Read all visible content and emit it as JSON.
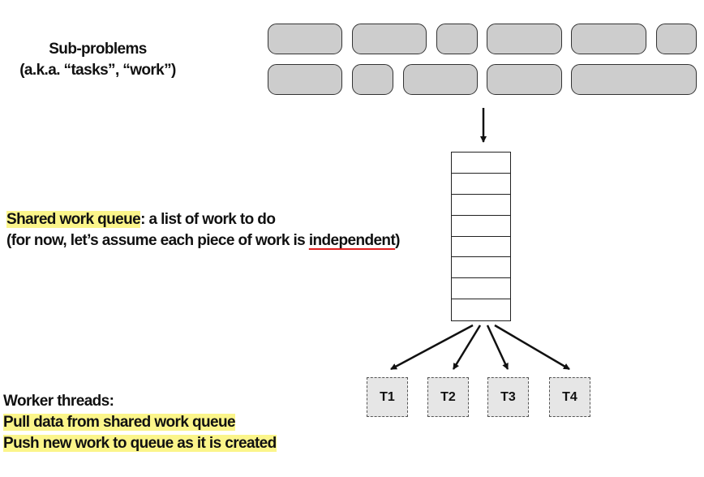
{
  "subproblems": {
    "line1": "Sub-problems",
    "line2": "(a.k.a. “tasks”, “work”)"
  },
  "queue_desc": {
    "term": "Shared work queue",
    "rest": ": a list of work to do",
    "line2_start": "(for now, let’s assume each piece of work is ",
    "line2_key": "independent",
    "line2_end": ")"
  },
  "workers_desc": {
    "title": "Worker threads:",
    "item1": "Pull data from shared work queue",
    "item2": "Push new work to queue as it is created"
  },
  "workers": [
    "T1",
    "T2",
    "T3",
    "T4"
  ],
  "colors": {
    "highlight": "#fbf58a",
    "task_fill": "#cdcdcd",
    "worker_fill": "#e6e6e6",
    "underline": "#e02020"
  }
}
